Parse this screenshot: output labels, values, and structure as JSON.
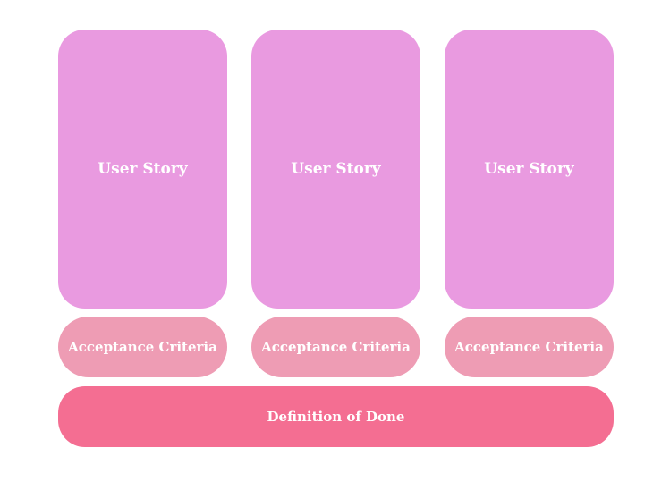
{
  "colors": {
    "user_story": "#E99AE0",
    "acceptance_criteria": "#EE9CB4",
    "definition_of_done": "#F46E92",
    "text": "#FFFFFF",
    "background": "#FFFFFF"
  },
  "columns": [
    {
      "user_story": "User Story",
      "acceptance_criteria": "Acceptance Criteria"
    },
    {
      "user_story": "User Story",
      "acceptance_criteria": "Acceptance Criteria"
    },
    {
      "user_story": "User Story",
      "acceptance_criteria": "Acceptance Criteria"
    }
  ],
  "definition_of_done": "Definition of Done"
}
